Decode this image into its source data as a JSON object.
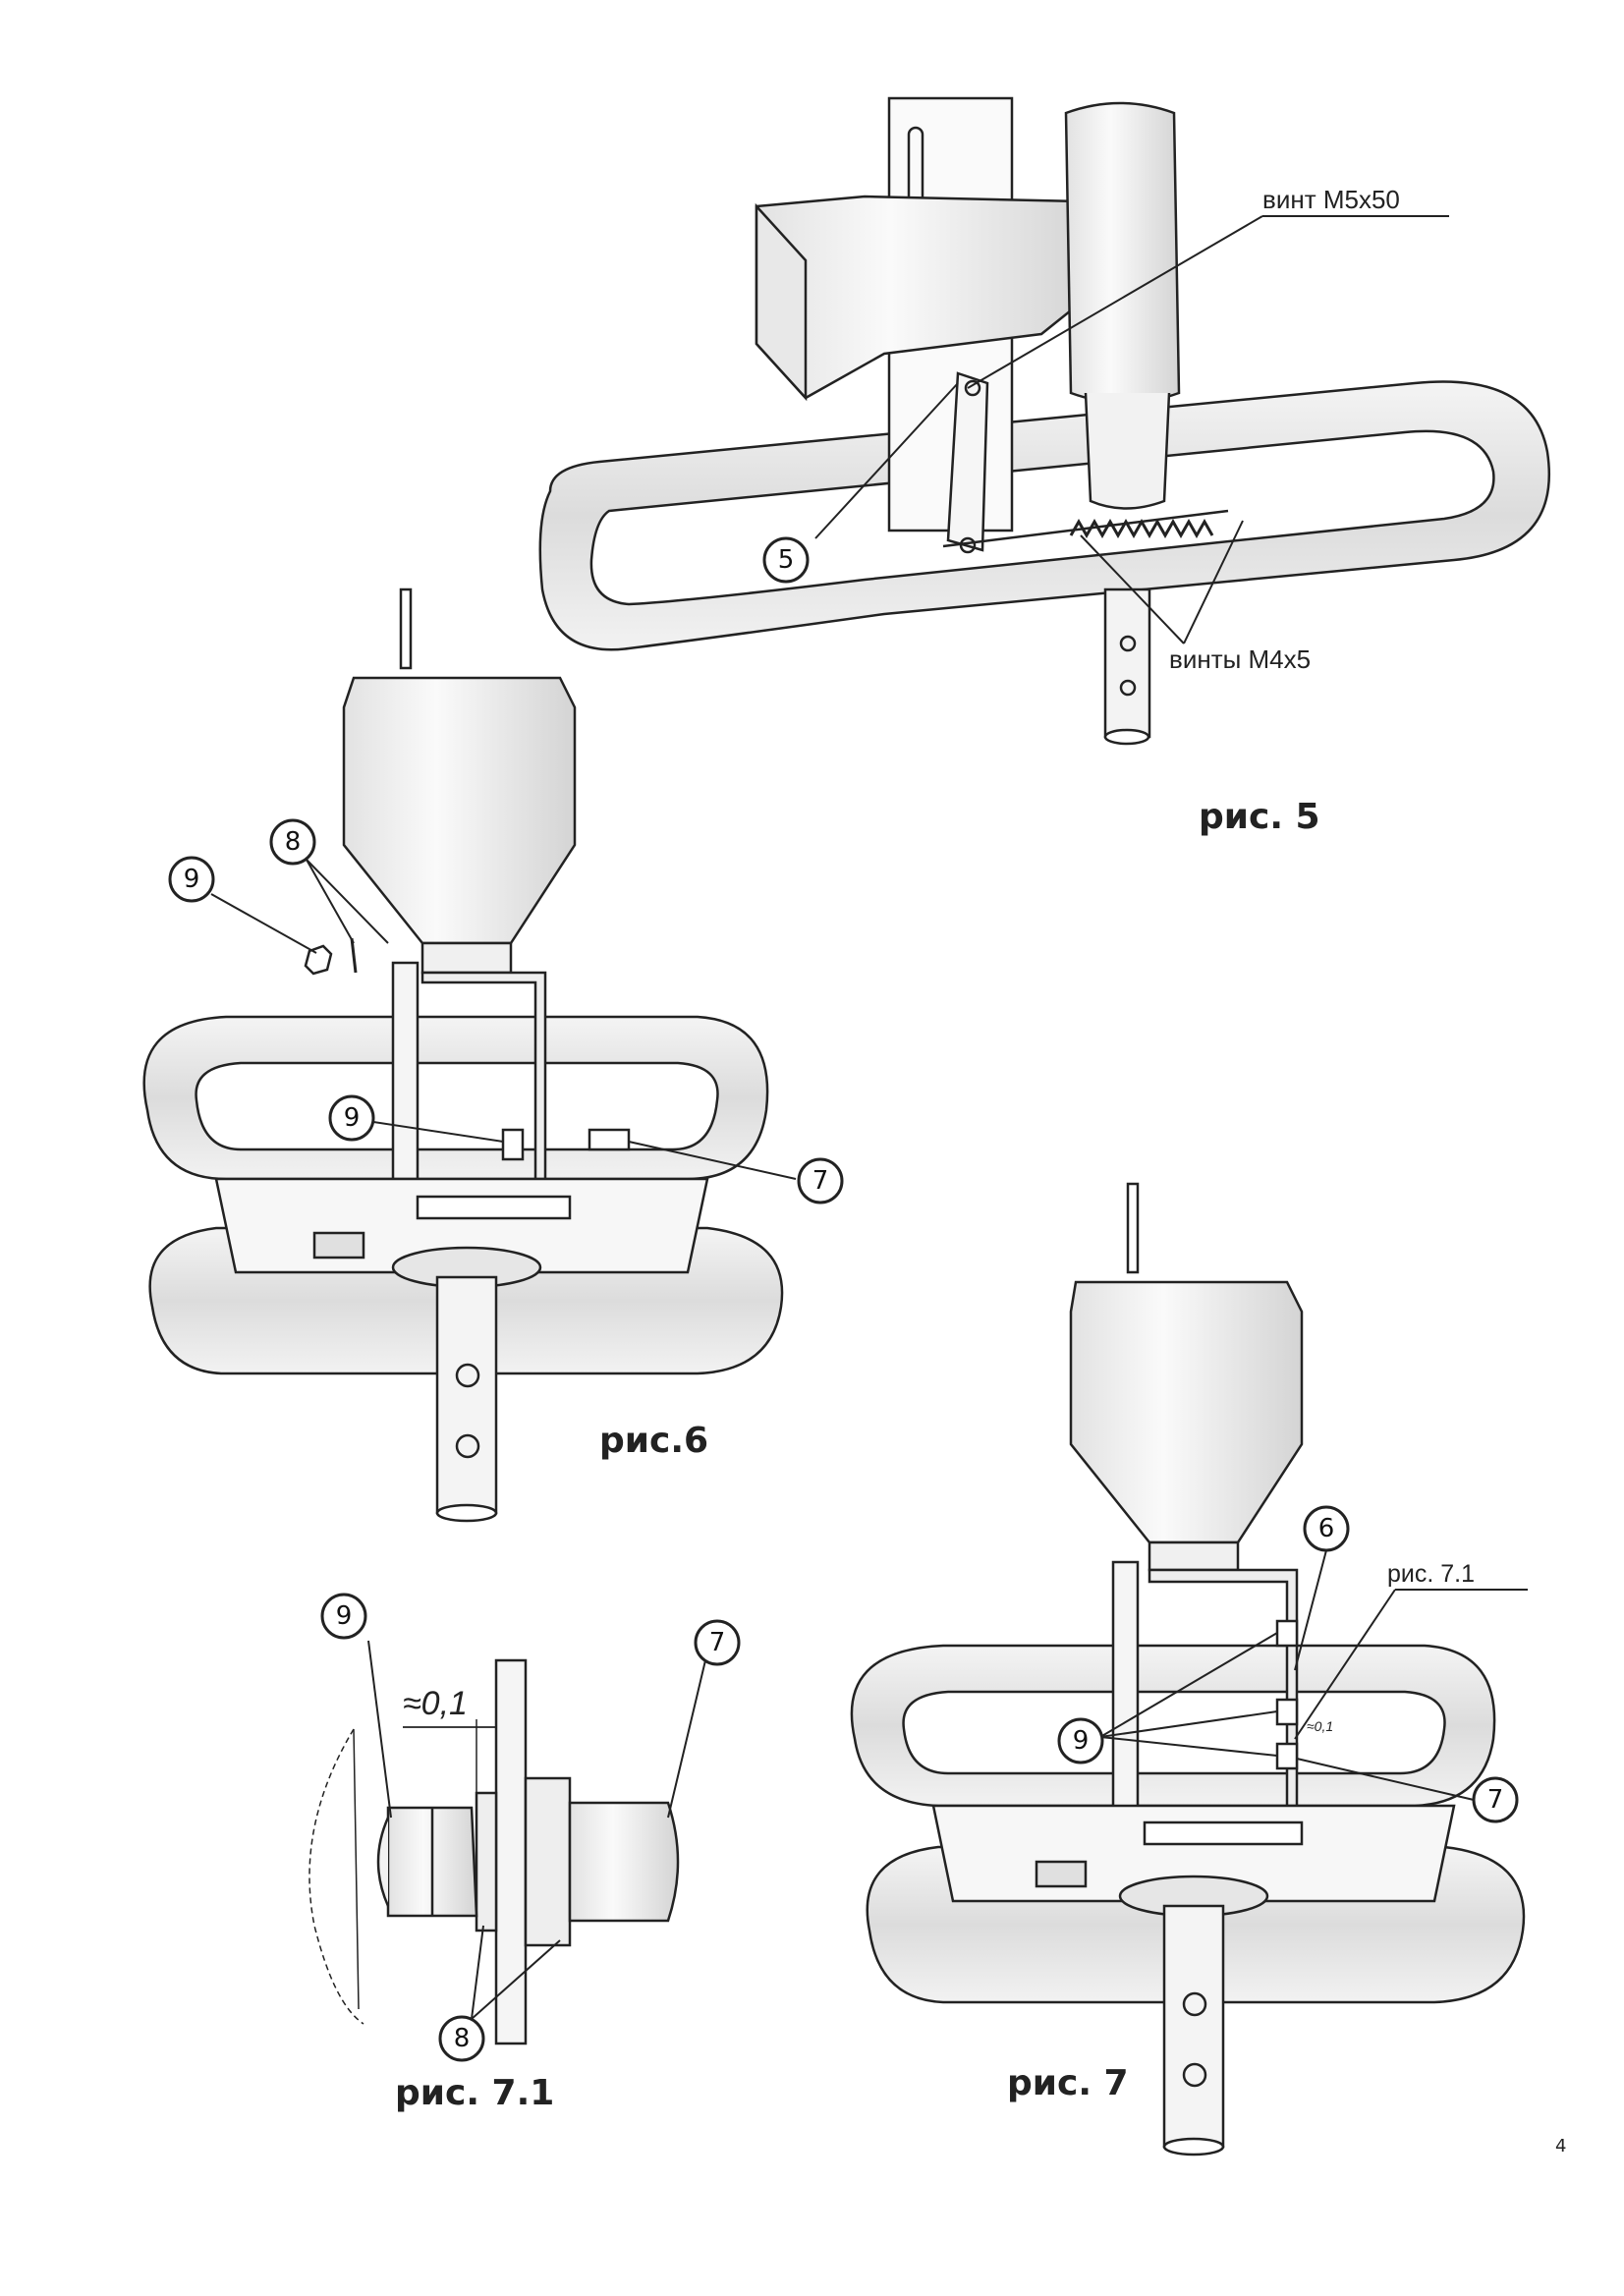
{
  "figures": {
    "fig5": {
      "caption": "рис. 5",
      "callout_screw_m5": "винт М5х50",
      "callout_screws_m4": "винты М4х5",
      "part_5": "5"
    },
    "fig6": {
      "caption": "рис.6",
      "part_7": "7",
      "part_8": "8",
      "part_9_top": "9",
      "part_9_mid": "9"
    },
    "fig71": {
      "caption": "рис. 7.1",
      "gap_dimension": "≈0,1",
      "part_7": "7",
      "part_8": "8",
      "part_9": "9"
    },
    "fig7": {
      "caption": "рис. 7",
      "detail_ref": "рис. 7.1",
      "gap_small": "≈0,1",
      "part_6": "6",
      "part_7": "7",
      "part_9": "9"
    }
  },
  "page_number": "4",
  "colors": {
    "ink": "#222222",
    "paper": "#ffffff",
    "shade": "#d8d8d8"
  }
}
